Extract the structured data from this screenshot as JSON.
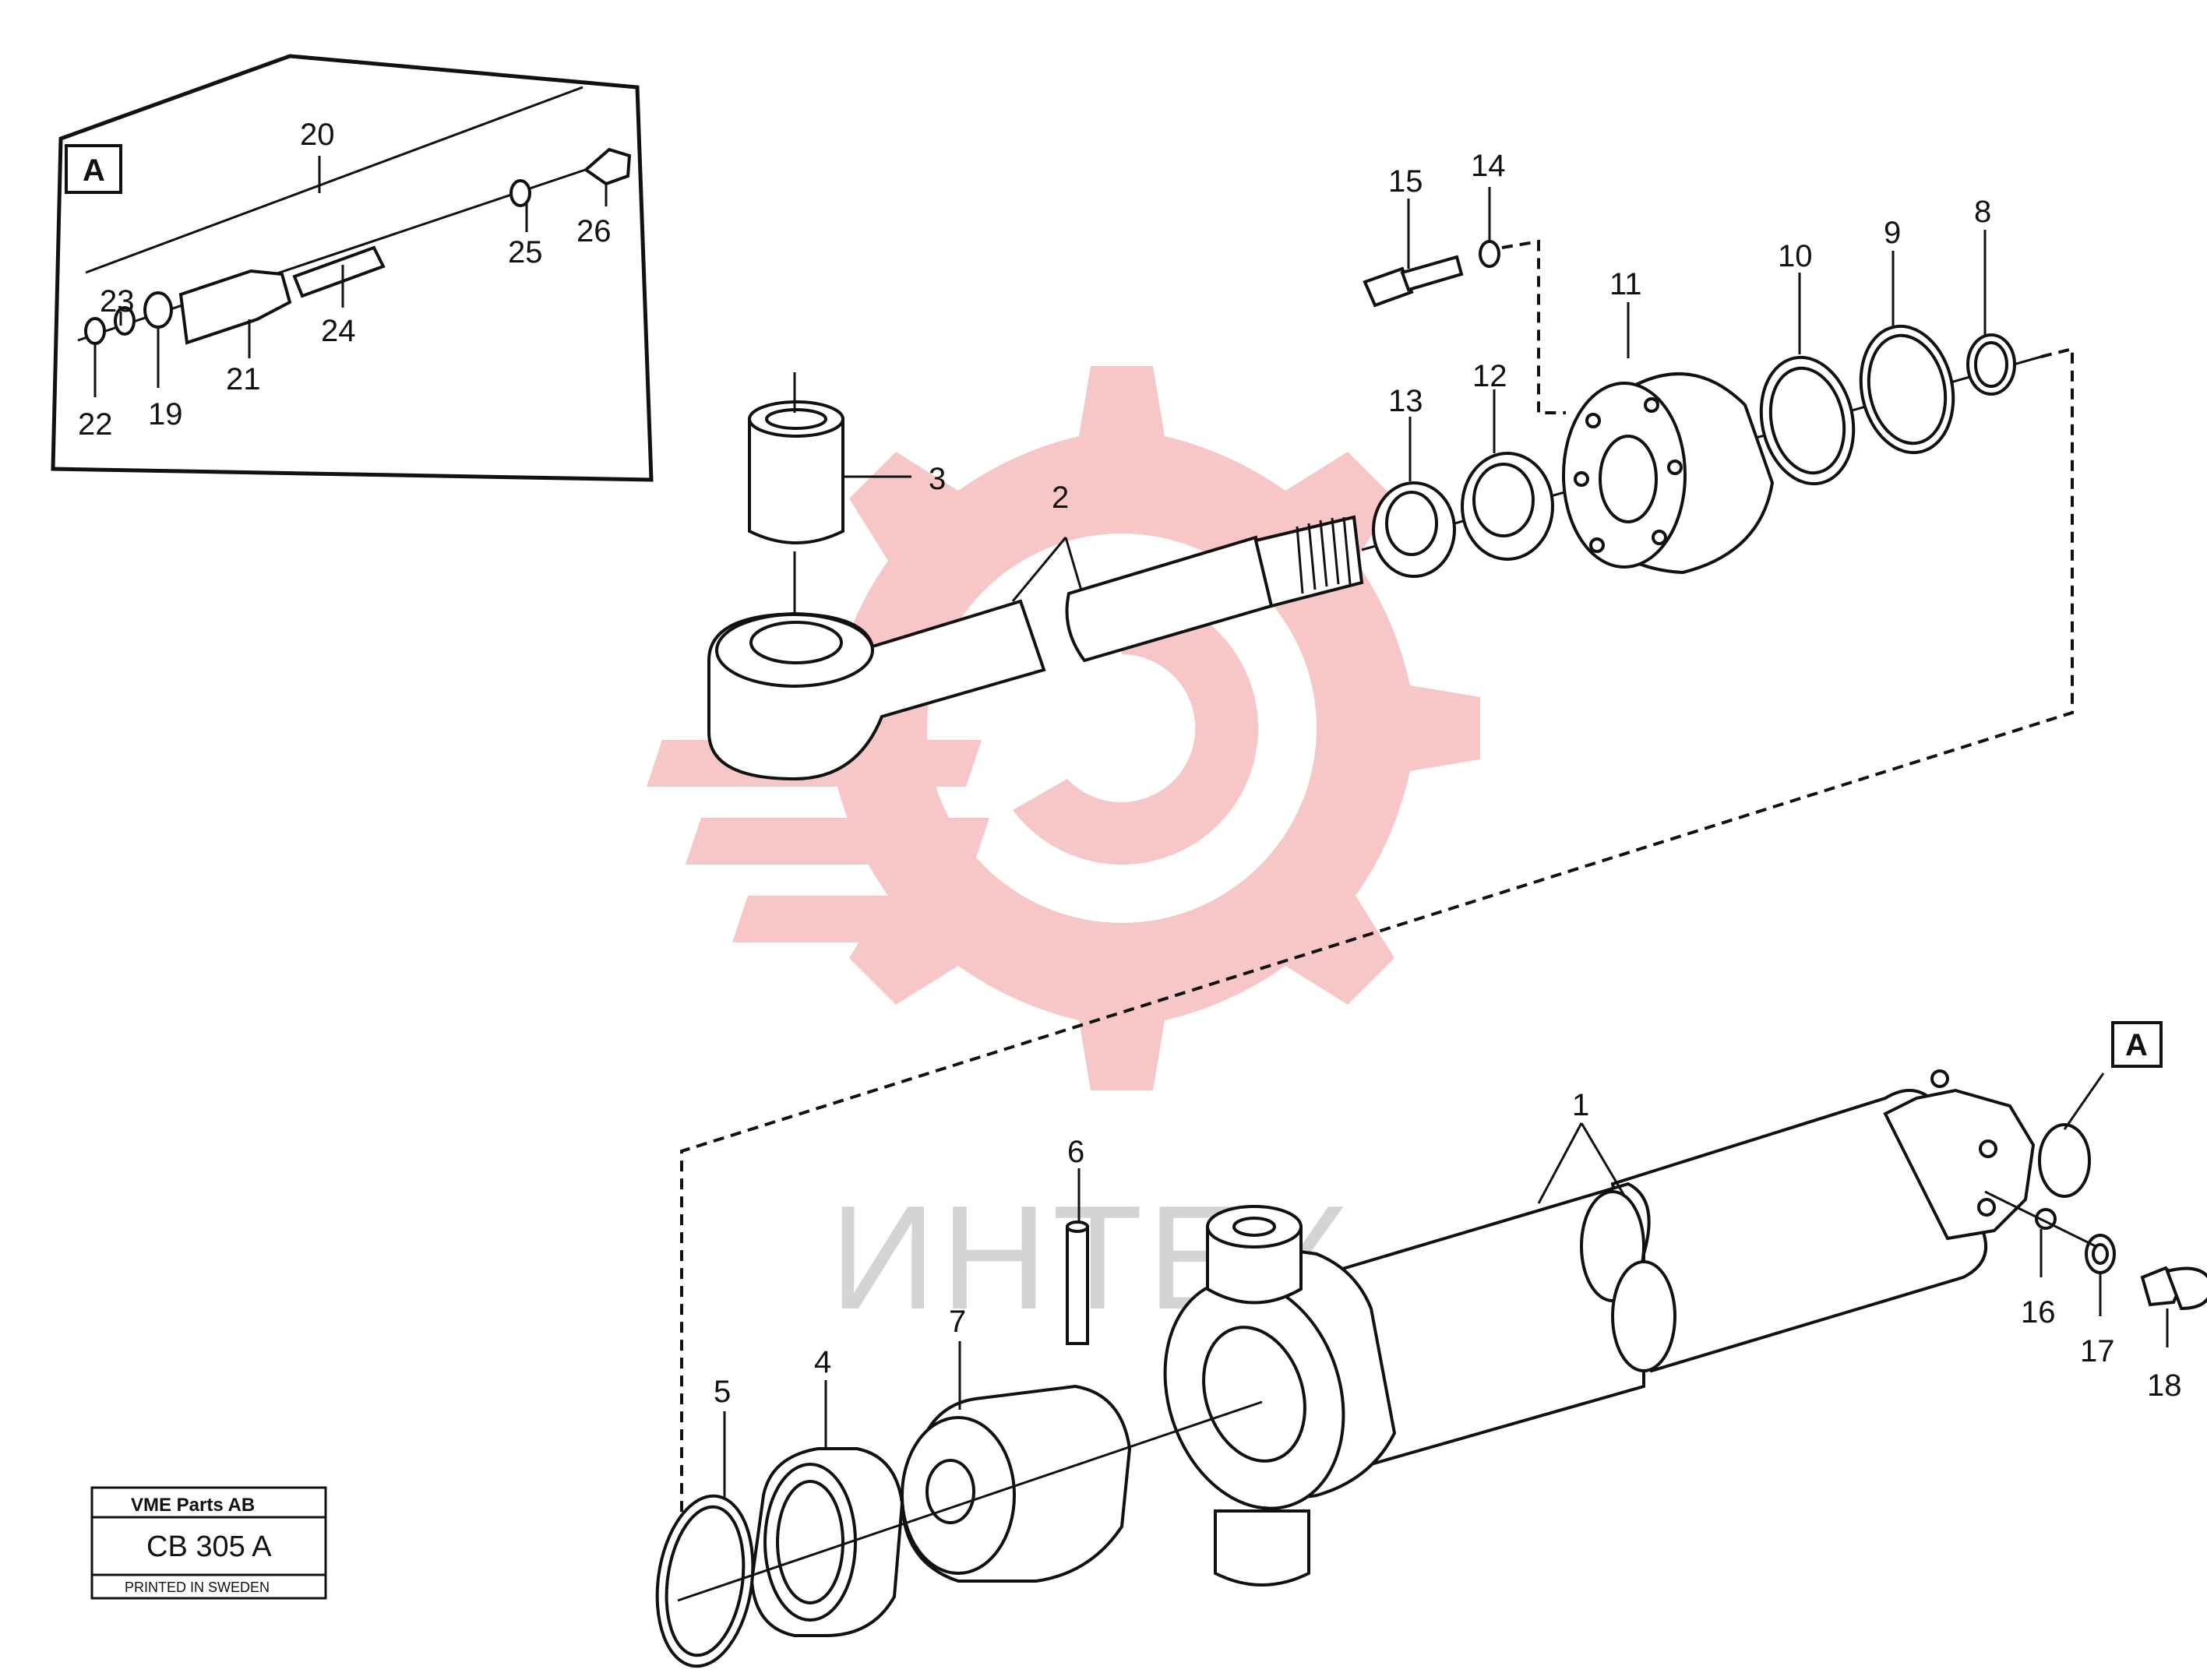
{
  "watermark": {
    "text": "ИНТЕХ",
    "colors": {
      "gear": "#f7c6c6",
      "text": "#d4d4d4"
    }
  },
  "detail": {
    "marker": "A",
    "labels": {
      "p19": "19",
      "p20": "20",
      "p21": "21",
      "p22": "22",
      "p23": "23",
      "p24": "24",
      "p25": "25",
      "p26": "26"
    }
  },
  "callout_marker": "A",
  "labels": {
    "p1": "1",
    "p2": "2",
    "p3": "3",
    "p4": "4",
    "p5": "5",
    "p6": "6",
    "p7": "7",
    "p8": "8",
    "p9": "9",
    "p10": "10",
    "p11": "11",
    "p12": "12",
    "p13": "13",
    "p14": "14",
    "p15": "15",
    "p16": "16",
    "p17": "17",
    "p18": "18"
  },
  "title_block": {
    "company": "VME Parts AB",
    "code": "CB 305 A",
    "printed": "PRINTED IN SWEDEN"
  },
  "icons": [
    "gear-watermark-icon"
  ]
}
